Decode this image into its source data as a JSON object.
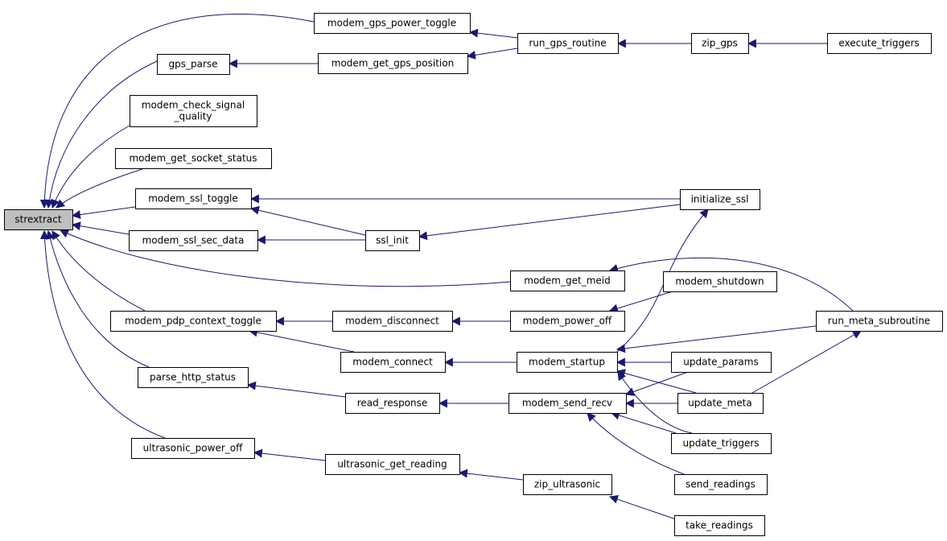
{
  "nodes": [
    {
      "id": "strextract",
      "lines": [
        "strextract"
      ],
      "root": true
    },
    {
      "id": "modem_gps_power_toggle",
      "lines": [
        "modem_gps_power_toggle"
      ]
    },
    {
      "id": "run_gps_routine",
      "lines": [
        "run_gps_routine"
      ]
    },
    {
      "id": "zip_gps",
      "lines": [
        "zip_gps"
      ]
    },
    {
      "id": "execute_triggers",
      "lines": [
        "execute_triggers"
      ]
    },
    {
      "id": "gps_parse",
      "lines": [
        "gps_parse"
      ]
    },
    {
      "id": "modem_get_gps_position",
      "lines": [
        "modem_get_gps_position"
      ]
    },
    {
      "id": "modem_check_signal_quality",
      "lines": [
        "modem_check_signal",
        "_quality"
      ]
    },
    {
      "id": "modem_get_socket_status",
      "lines": [
        "modem_get_socket_status"
      ]
    },
    {
      "id": "modem_ssl_toggle",
      "lines": [
        "modem_ssl_toggle"
      ]
    },
    {
      "id": "initialize_ssl",
      "lines": [
        "initialize_ssl"
      ]
    },
    {
      "id": "modem_ssl_sec_data",
      "lines": [
        "modem_ssl_sec_data"
      ]
    },
    {
      "id": "ssl_init",
      "lines": [
        "ssl_init"
      ]
    },
    {
      "id": "modem_get_meid",
      "lines": [
        "modem_get_meid"
      ]
    },
    {
      "id": "modem_shutdown",
      "lines": [
        "modem_shutdown"
      ]
    },
    {
      "id": "modem_pdp_context_toggle",
      "lines": [
        "modem_pdp_context_toggle"
      ]
    },
    {
      "id": "modem_disconnect",
      "lines": [
        "modem_disconnect"
      ]
    },
    {
      "id": "modem_power_off",
      "lines": [
        "modem_power_off"
      ]
    },
    {
      "id": "run_meta_subroutine",
      "lines": [
        "run_meta_subroutine"
      ]
    },
    {
      "id": "modem_connect",
      "lines": [
        "modem_connect"
      ]
    },
    {
      "id": "modem_startup",
      "lines": [
        "modem_startup"
      ]
    },
    {
      "id": "update_params",
      "lines": [
        "update_params"
      ]
    },
    {
      "id": "parse_http_status",
      "lines": [
        "parse_http_status"
      ]
    },
    {
      "id": "read_response",
      "lines": [
        "read_response"
      ]
    },
    {
      "id": "modem_send_recv",
      "lines": [
        "modem_send_recv"
      ]
    },
    {
      "id": "update_meta",
      "lines": [
        "update_meta"
      ]
    },
    {
      "id": "update_triggers",
      "lines": [
        "update_triggers"
      ]
    },
    {
      "id": "ultrasonic_power_off",
      "lines": [
        "ultrasonic_power_off"
      ]
    },
    {
      "id": "ultrasonic_get_reading",
      "lines": [
        "ultrasonic_get_reading"
      ]
    },
    {
      "id": "zip_ultrasonic",
      "lines": [
        "zip_ultrasonic"
      ]
    },
    {
      "id": "send_readings",
      "lines": [
        "send_readings"
      ]
    },
    {
      "id": "take_readings",
      "lines": [
        "take_readings"
      ]
    }
  ],
  "edges": [
    [
      "modem_gps_power_toggle",
      "strextract"
    ],
    [
      "gps_parse",
      "strextract"
    ],
    [
      "modem_check_signal_quality",
      "strextract"
    ],
    [
      "modem_get_socket_status",
      "strextract"
    ],
    [
      "modem_ssl_toggle",
      "strextract"
    ],
    [
      "modem_ssl_sec_data",
      "strextract"
    ],
    [
      "modem_get_meid",
      "strextract"
    ],
    [
      "modem_pdp_context_toggle",
      "strextract"
    ],
    [
      "parse_http_status",
      "strextract"
    ],
    [
      "ultrasonic_power_off",
      "strextract"
    ],
    [
      "run_gps_routine",
      "modem_gps_power_toggle"
    ],
    [
      "run_gps_routine",
      "modem_get_gps_position"
    ],
    [
      "zip_gps",
      "run_gps_routine"
    ],
    [
      "execute_triggers",
      "zip_gps"
    ],
    [
      "modem_get_gps_position",
      "gps_parse"
    ],
    [
      "initialize_ssl",
      "modem_ssl_toggle"
    ],
    [
      "ssl_init",
      "modem_ssl_toggle"
    ],
    [
      "ssl_init",
      "modem_ssl_sec_data"
    ],
    [
      "initialize_ssl",
      "ssl_init"
    ],
    [
      "modem_startup",
      "initialize_ssl"
    ],
    [
      "run_meta_subroutine",
      "modem_get_meid"
    ],
    [
      "modem_disconnect",
      "modem_pdp_context_toggle"
    ],
    [
      "modem_connect",
      "modem_pdp_context_toggle"
    ],
    [
      "modem_power_off",
      "modem_disconnect"
    ],
    [
      "modem_shutdown",
      "modem_power_off"
    ],
    [
      "modem_startup",
      "modem_connect"
    ],
    [
      "run_meta_subroutine",
      "modem_startup"
    ],
    [
      "update_params",
      "modem_startup"
    ],
    [
      "update_meta",
      "modem_startup"
    ],
    [
      "update_triggers",
      "modem_startup"
    ],
    [
      "read_response",
      "parse_http_status"
    ],
    [
      "modem_send_recv",
      "read_response"
    ],
    [
      "update_params",
      "modem_send_recv"
    ],
    [
      "update_meta",
      "modem_send_recv"
    ],
    [
      "update_triggers",
      "modem_send_recv"
    ],
    [
      "send_readings",
      "modem_send_recv"
    ],
    [
      "update_meta",
      "run_meta_subroutine"
    ],
    [
      "ultrasonic_get_reading",
      "ultrasonic_power_off"
    ],
    [
      "zip_ultrasonic",
      "ultrasonic_get_reading"
    ],
    [
      "take_readings",
      "zip_ultrasonic"
    ]
  ]
}
